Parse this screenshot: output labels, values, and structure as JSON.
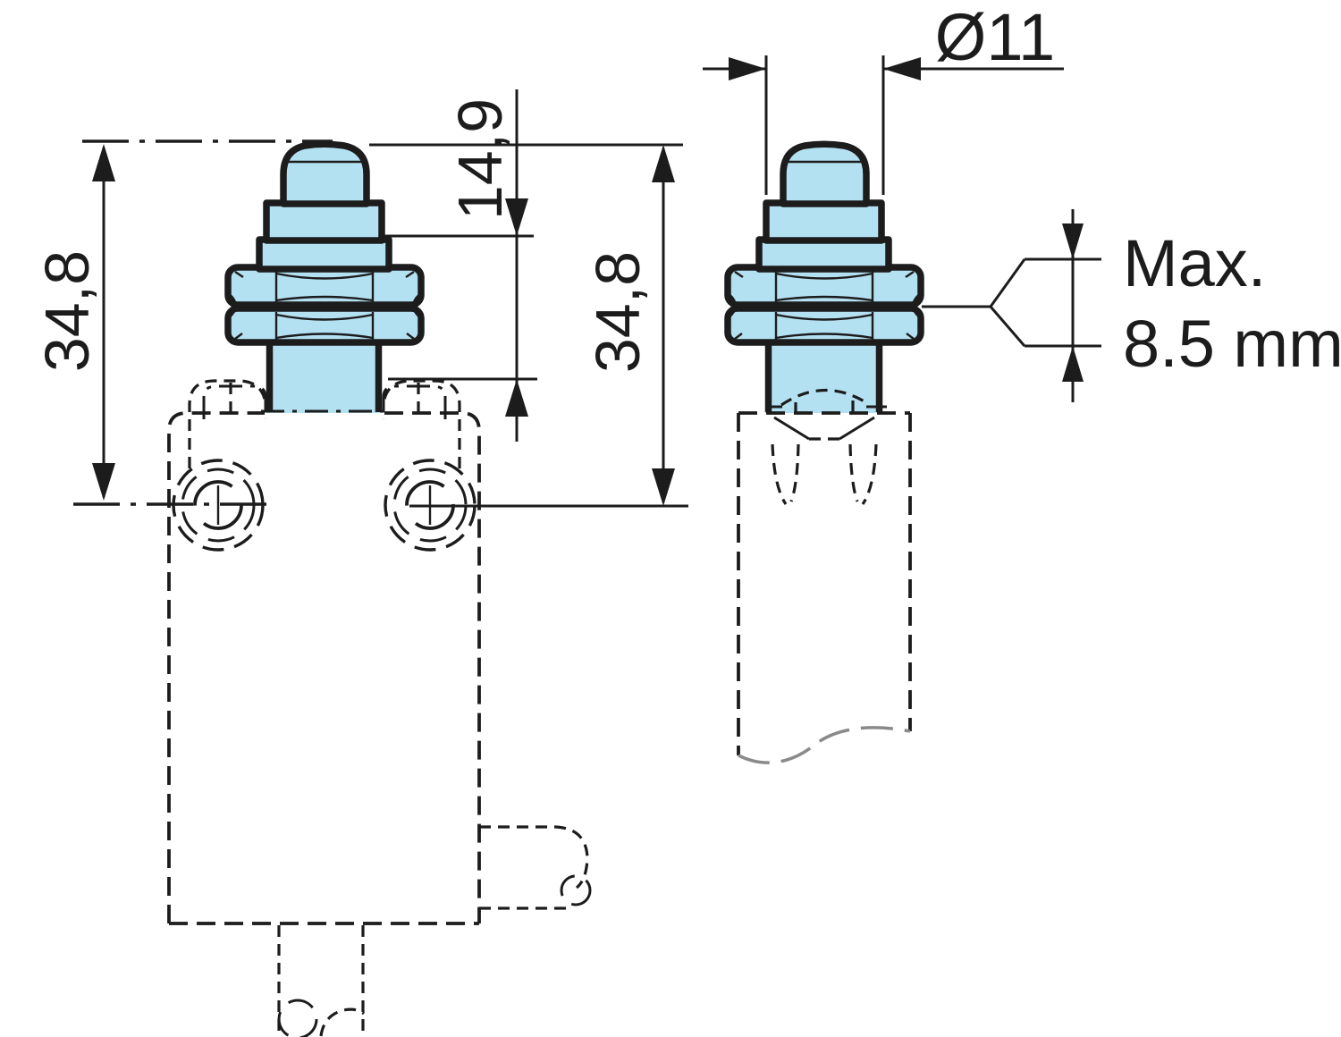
{
  "labels": {
    "left_height": "34,8",
    "travel": "14,9",
    "right_height": "34,8",
    "diameter": "Ø11",
    "max_adjust_line1": "Max.",
    "max_adjust_line2": "8.5 mm"
  },
  "colors": {
    "part_fill": "#b4e1f2",
    "line": "#1c1c1c",
    "break_line": "#8a8a8a",
    "background": "#ffffff"
  }
}
